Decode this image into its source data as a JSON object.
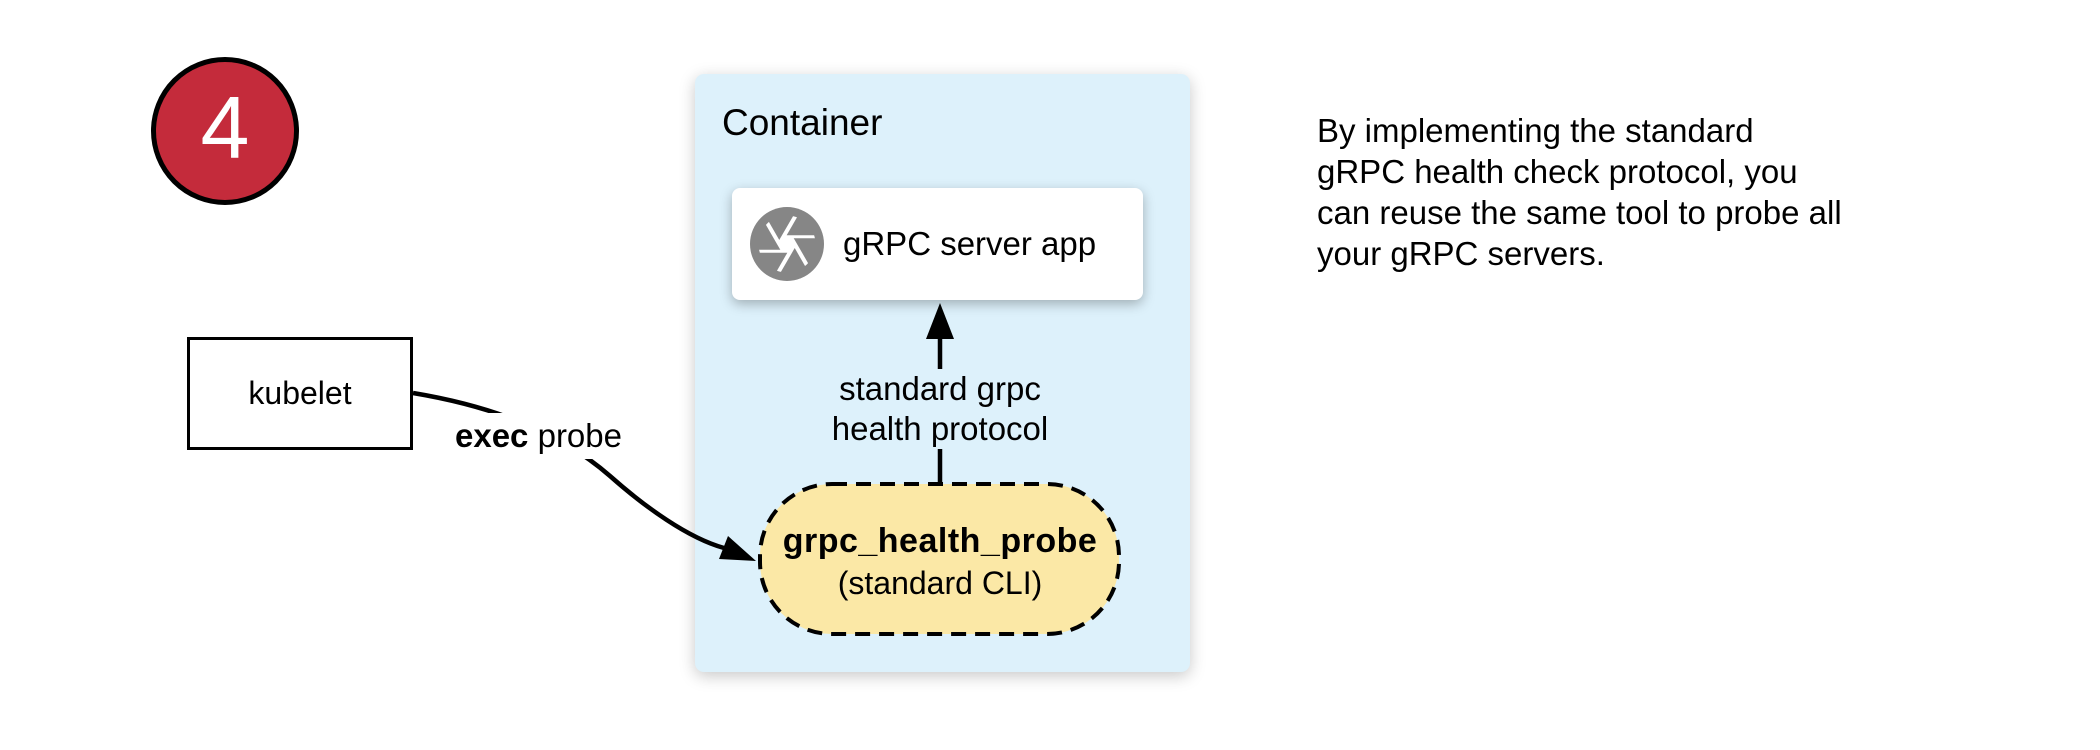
{
  "badge": {
    "number": "4"
  },
  "kubelet": {
    "label": "kubelet"
  },
  "exec_probe": {
    "bold": "exec",
    "rest": " probe"
  },
  "container": {
    "title": "Container",
    "server_box": {
      "label": "gRPC server app",
      "icon": "aperture-icon"
    },
    "arrow_label": {
      "line1": "standard grpc",
      "line2": "health protocol"
    },
    "probe_box": {
      "title": "grpc_health_probe",
      "subtitle": "(standard CLI)"
    }
  },
  "note": {
    "lines": [
      "By implementing the standard",
      "gRPC health check protocol, you",
      "can reuse the same tool to probe all",
      "your gRPC servers."
    ]
  },
  "colors": {
    "badge_red": "#C42B3B",
    "container_blue": "#DDF1FB",
    "probe_yellow": "#FBE8A6",
    "icon_gray": "#868686",
    "ink": "#000000"
  }
}
